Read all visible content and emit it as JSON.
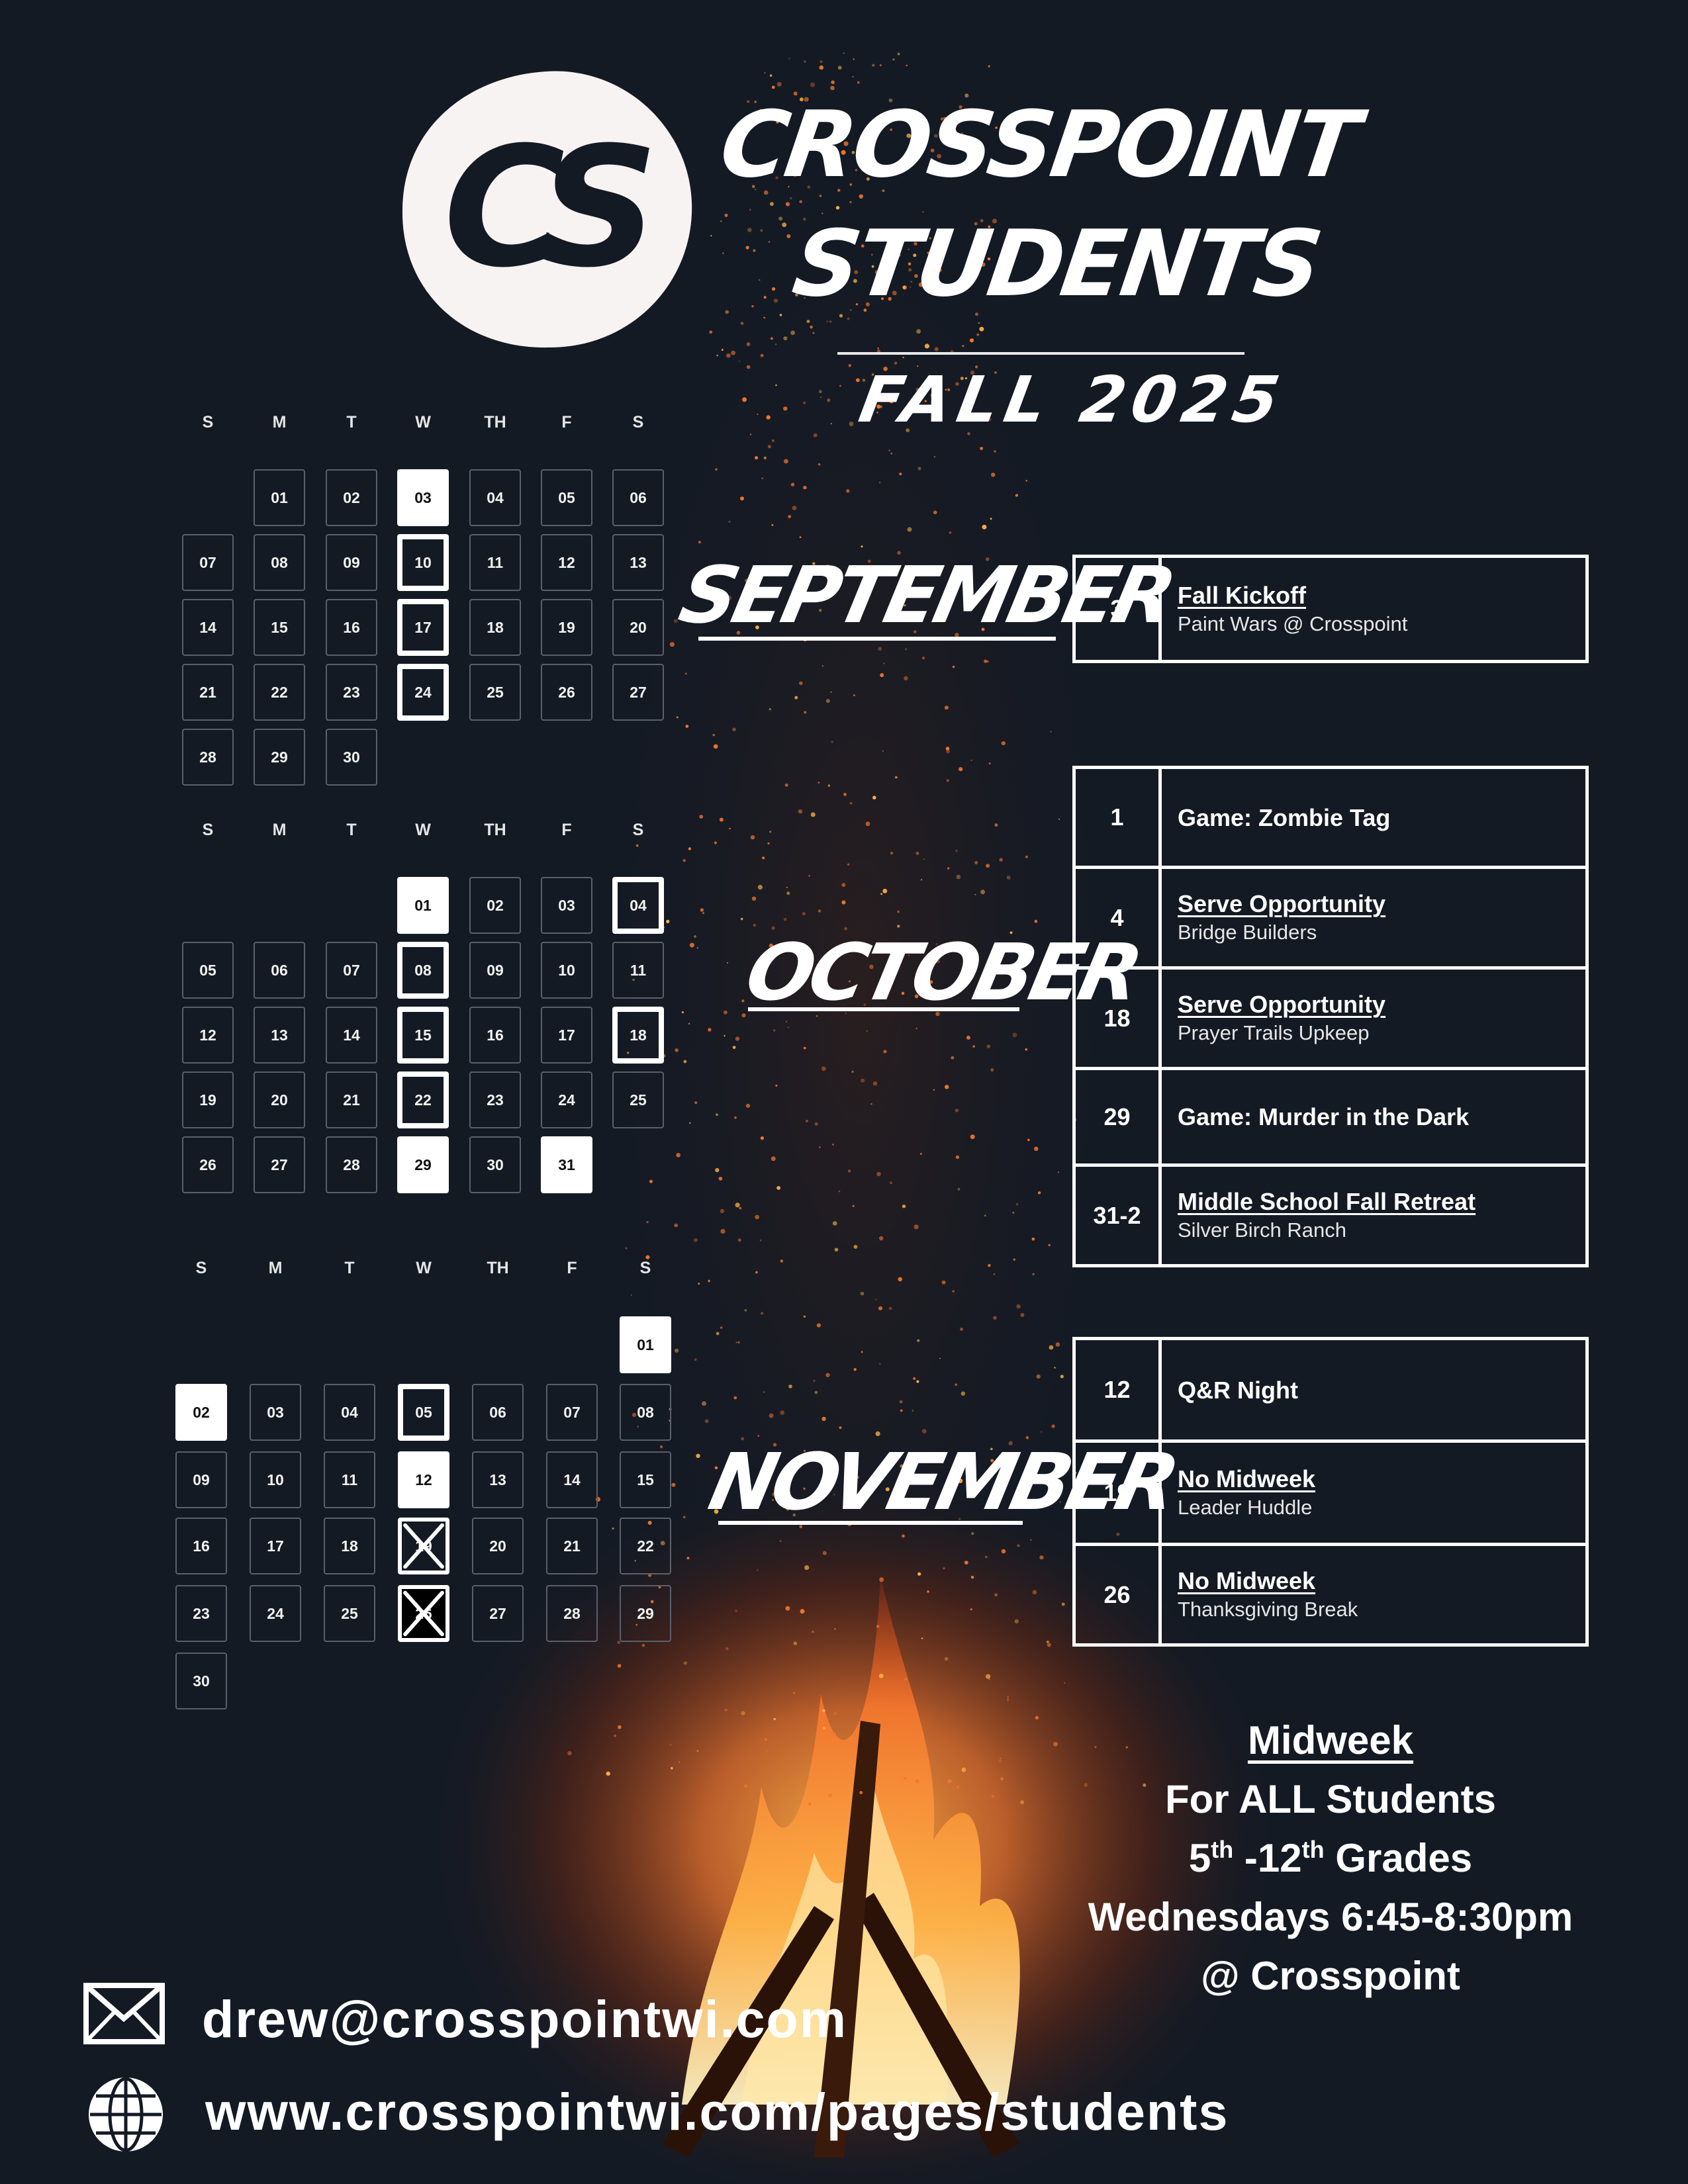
{
  "brand": {
    "logo_monogram": "CS",
    "line1": "CROSSPOINT",
    "line2": "STUDENTS",
    "season": "FALL 2025"
  },
  "weekday_headers": [
    "S",
    "M",
    "T",
    "W",
    "TH",
    "F",
    "S"
  ],
  "months": [
    {
      "name": "SEPTEMBER",
      "days": [
        "01",
        "02",
        "03",
        "04",
        "05",
        "06",
        "07",
        "08",
        "09",
        "10",
        "11",
        "12",
        "13",
        "14",
        "15",
        "16",
        "17",
        "18",
        "19",
        "20",
        "21",
        "22",
        "23",
        "24",
        "25",
        "26",
        "27",
        "28",
        "29",
        "30"
      ],
      "events": [
        {
          "date": "3",
          "title": "Fall Kickoff",
          "subtitle": "Paint Wars @ Crosspoint"
        }
      ]
    },
    {
      "name": "OCTOBER",
      "days": [
        "01",
        "02",
        "03",
        "04",
        "05",
        "06",
        "07",
        "08",
        "09",
        "10",
        "11",
        "12",
        "13",
        "14",
        "15",
        "16",
        "17",
        "18",
        "19",
        "20",
        "21",
        "22",
        "23",
        "24",
        "25",
        "26",
        "27",
        "28",
        "29",
        "30",
        "31"
      ],
      "events": [
        {
          "date": "1",
          "title": "Game: Zombie Tag",
          "subtitle": ""
        },
        {
          "date": "4",
          "title": "Serve Opportunity",
          "subtitle": "Bridge Builders"
        },
        {
          "date": "18",
          "title": "Serve Opportunity",
          "subtitle": "Prayer Trails Upkeep"
        },
        {
          "date": "29",
          "title": "Game: Murder in the Dark",
          "subtitle": ""
        },
        {
          "date": "31-2",
          "title": "Middle School Fall Retreat",
          "subtitle": "Silver Birch Ranch"
        }
      ]
    },
    {
      "name": "NOVEMBER",
      "days": [
        "01",
        "02",
        "03",
        "04",
        "05",
        "06",
        "07",
        "08",
        "09",
        "10",
        "11",
        "12",
        "13",
        "14",
        "15",
        "16",
        "17",
        "18",
        "19",
        "20",
        "21",
        "22",
        "23",
        "24",
        "25",
        "26",
        "27",
        "28",
        "29",
        "30"
      ],
      "events": [
        {
          "date": "12",
          "title": "Q&R Night",
          "subtitle": ""
        },
        {
          "date": "19",
          "title": "No Midweek",
          "subtitle": "Leader Huddle"
        },
        {
          "date": "26",
          "title": "No Midweek",
          "subtitle": "Thanksgiving Break"
        }
      ]
    }
  ],
  "midweek": {
    "heading": "Midweek",
    "audience": "For ALL Students",
    "grade_from": "5",
    "grade_from_suffix": "th",
    "grade_sep": " -",
    "grade_to": "12",
    "grade_to_suffix": "th",
    "grade_label": " Grades",
    "schedule": "Wednesdays 6:45-8:30pm",
    "location": "@ Crosspoint"
  },
  "contact": {
    "email": "drew@crosspointwi.com",
    "email_icon": "envelope-icon",
    "website": "www.crosspointwi.com/pages/students",
    "website_icon": "globe-icon"
  },
  "colors": {
    "background": "#141a24",
    "ember": "#f2762e",
    "fire_core": "#ffb347",
    "text": "#ffffff"
  }
}
